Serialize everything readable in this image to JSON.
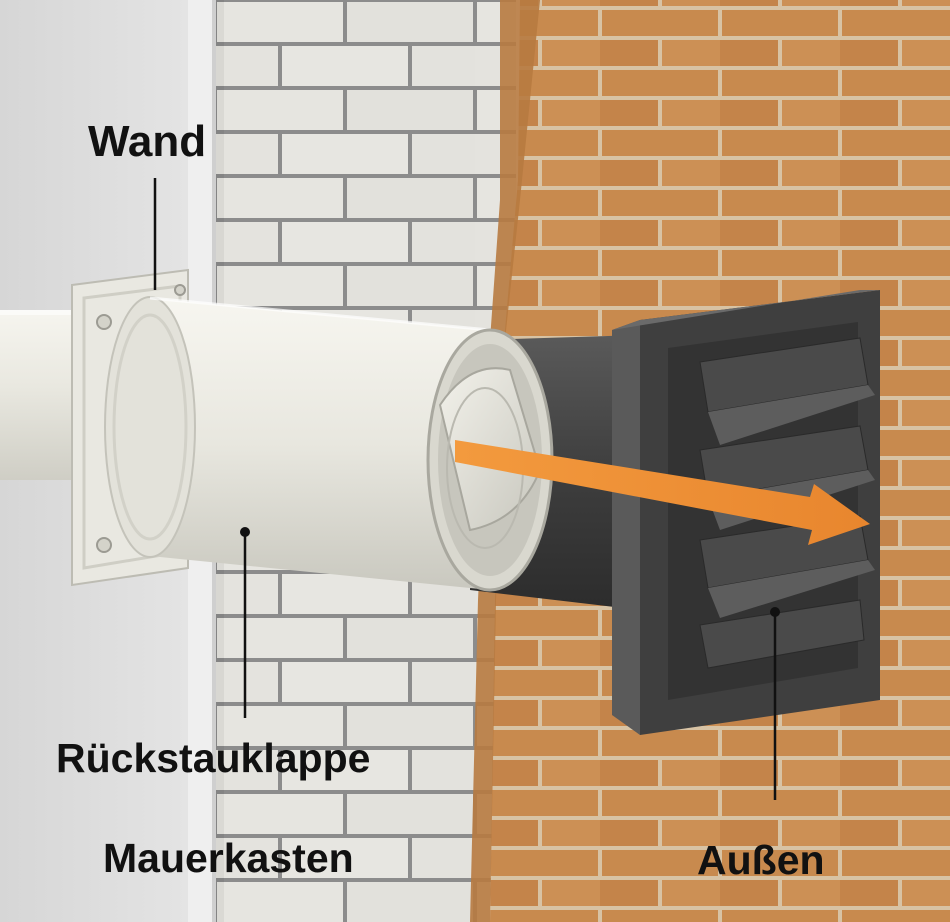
{
  "labels": {
    "wall": "Wand",
    "backflow_flap": "Rückstauklappe",
    "wall_sleeve": "Mauerkasten",
    "outside": "Außen"
  },
  "colors": {
    "inner_wall": "#dadada",
    "plaster_edge": "#eeeeee",
    "masonry_block": "#e4e3de",
    "mortar_light": "#8c8c8c",
    "facing_brick": "#c88a4e",
    "brick_mortar": "#d8c3a4",
    "pipe": "#e8e7df",
    "grille": "#4a4a4a",
    "airflow_arrow": "#f0923a",
    "text": "#111111"
  }
}
